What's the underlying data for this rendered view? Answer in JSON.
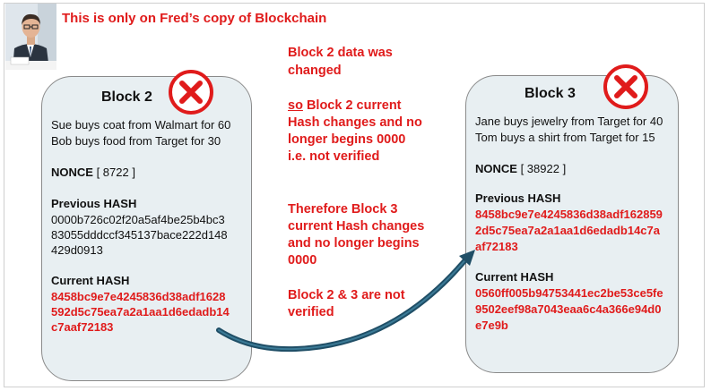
{
  "headline": "This is only on Fred’s copy of Blockchain",
  "block2": {
    "title": "Block 2",
    "data_line1": "Sue buys coat from Walmart for 60",
    "data_line2": "Bob buys food from Target for 30",
    "nonce_label": "NONCE",
    "nonce_value": "[ 8722 ]",
    "prev_label": "Previous HASH",
    "prev_line1": "0000b726c02f20a5af4be25b4bc3",
    "prev_line2": "83055dddccf345137bace222d148",
    "prev_line3": "429d0913",
    "curr_label": "Current HASH",
    "curr_line1": "8458bc9e7e4245836d38adf1628",
    "curr_line2": "592d5c75ea7a2a1aa1d6edadb14",
    "curr_line3": "c7aaf72183"
  },
  "block3": {
    "title": "Block 3",
    "data_line1": "Jane buys jewelry from Target for 40",
    "data_line2": "Tom buys a shirt from Target for 15",
    "nonce_label": "NONCE",
    "nonce_value": "[ 38922 ]",
    "prev_label": "Previous HASH",
    "prev_line1": "8458bc9e7e4245836d38adf162859",
    "prev_line2": "2d5c75ea7a2a1aa1d6edadb14c7a",
    "prev_line3": "af72183",
    "curr_label": "Current HASH",
    "curr_line1": "0560ff005b94753441ec2be53ce5fe",
    "curr_line2": "9502eef98a7043eaa6c4a366e94d0",
    "curr_line3": "e7e9b"
  },
  "middle": {
    "p1_line1": "Block 2 data was",
    "p1_line2": "changed",
    "p2_so": "so",
    "p2_line1_rest": " Block 2 current",
    "p2_line2": "Hash changes and no",
    "p2_line3": "longer begins 0000",
    "p2_line4": "i.e. not verified",
    "p3_line1": "Therefore Block 3",
    "p3_line2": "current Hash changes",
    "p3_line3": "and no longer begins",
    "p3_line4": "0000",
    "p4_line1": "Block 2 & 3 are not",
    "p4_line2": "verified"
  },
  "colors": {
    "alert_red": "#e01b1b",
    "block_fill": "#e8eff2",
    "arrow": "#1f4e66"
  },
  "icons": {
    "status_icon": "x-circle-icon",
    "avatar": "businessman-avatar"
  }
}
